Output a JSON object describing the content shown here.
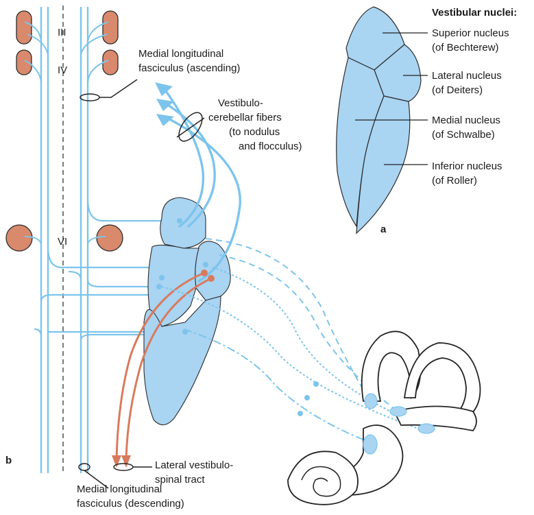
{
  "labels": {
    "vestibular_nuclei_title": "Vestibular nuclei:",
    "superior_nucleus": [
      "Superior nucleus",
      "(of Bechterew)"
    ],
    "lateral_nucleus": [
      "Lateral nucleus",
      "(of Deiters)"
    ],
    "medial_nucleus": [
      "Medial nucleus",
      "(of Schwalbe)"
    ],
    "inferior_nucleus": [
      "Inferior nucleus",
      "(of Roller)"
    ],
    "panel_a": "a",
    "panel_b": "b",
    "mlf_ascending": [
      "Medial longitudinal",
      "fasciculus (ascending)"
    ],
    "vestibulocerebellar": [
      "Vestibulo-",
      "cerebellar fibers",
      "(to nodulus",
      "and flocculus)"
    ],
    "lateral_vestibulospinal": [
      "Lateral vestibulo-",
      "spinal tract"
    ],
    "mlf_descending": [
      "Medial longitudinal",
      "fasciculus (descending)"
    ],
    "nerve_III": "III",
    "nerve_IV": "IV",
    "nerve_VI": "VI"
  },
  "colors": {
    "nucleus_fill": "#a9d4f2",
    "nucleus_stroke": "#2b2b2b",
    "fiber": "#7cc4ec",
    "motor_nucleus": "#d9896c",
    "spinal_tract": "#d97a5c",
    "line": "#1a1a1a"
  }
}
